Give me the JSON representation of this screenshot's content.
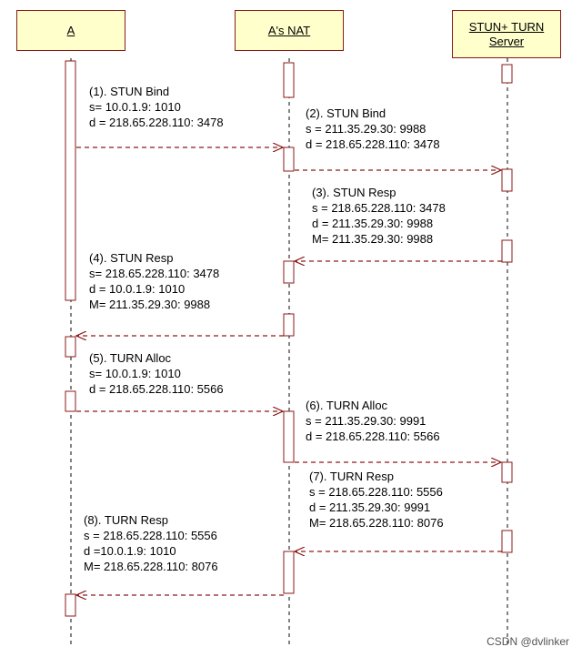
{
  "lanes": {
    "a": "A",
    "nat": "A's NAT",
    "server_line1": "STUN+ TURN",
    "server_line2": "Server"
  },
  "messages": [
    {
      "label": "(1). STUN Bind",
      "lines": [
        "s= 10.0.1.9: 1010",
        "d = 218.65.228.110: 3478"
      ]
    },
    {
      "label": "(2). STUN Bind",
      "lines": [
        "s = 211.35.29.30: 9988",
        "d = 218.65.228.110: 3478"
      ]
    },
    {
      "label": "(3). STUN Resp",
      "lines": [
        "s = 218.65.228.110: 3478",
        "d = 211.35.29.30: 9988",
        "M= 211.35.29.30: 9988"
      ]
    },
    {
      "label": "(4). STUN Resp",
      "lines": [
        "s= 218.65.228.110: 3478",
        "d = 10.0.1.9: 1010",
        "M= 211.35.29.30: 9988"
      ]
    },
    {
      "label": "(5). TURN Alloc",
      "lines": [
        "s= 10.0.1.9: 1010",
        "d = 218.65.228.110: 5566"
      ]
    },
    {
      "label": "(6). TURN Alloc",
      "lines": [
        "s = 211.35.29.30: 9991",
        "d = 218.65.228.110: 5566"
      ]
    },
    {
      "label": "(7). TURN Resp",
      "lines": [
        "s = 218.65.228.110: 5556",
        "d = 211.35.29.30: 9991",
        "M= 218.65.228.110: 8076"
      ]
    },
    {
      "label": "(8). TURN Resp",
      "lines": [
        "s = 218.65.228.110: 5556",
        "d =10.0.1.9: 1010",
        "M= 218.65.228.110: 8076"
      ]
    }
  ],
  "watermark": "CSDN @dvlinker",
  "colors": {
    "box_fill": "#ffffcc",
    "line": "#8a1a1a"
  }
}
